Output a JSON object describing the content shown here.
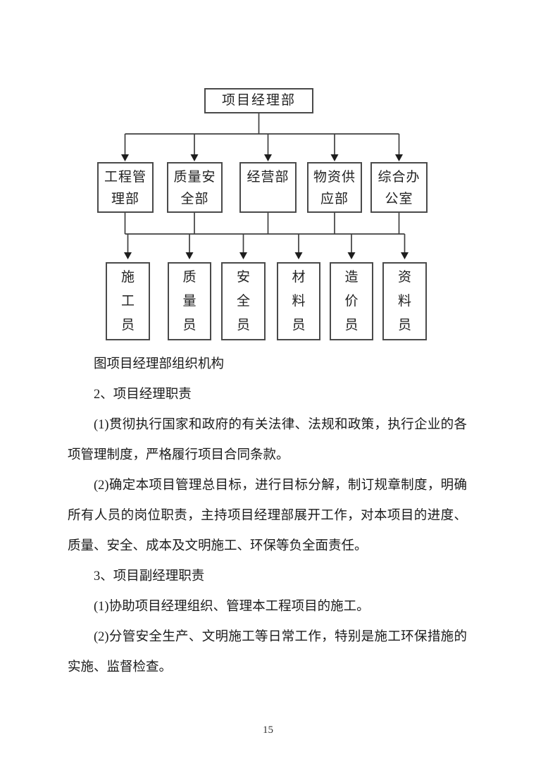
{
  "org_chart": {
    "root": "项目经理部",
    "departments": [
      "工程管理部",
      "质量安全部",
      "经营部",
      "物资供应部",
      "综合办公室"
    ],
    "staff": [
      "施工员",
      "质量员",
      "安全员",
      "材料员",
      "造价员",
      "资料员"
    ]
  },
  "content": {
    "figure_caption": "图项目经理部组织机构",
    "heading_2": "2、项目经理职责",
    "para_2_1": "(1)贯彻执行国家和政府的有关法律、法规和政策，执行企业的各项管理制度，严格履行项目合同条款。",
    "para_2_2": "(2)确定本项目管理总目标，进行目标分解，制订规章制度，明确所有人员的岗位职责，主持项目经理部展开工作，对本项目的进度、质量、安全、成本及文明施工、环保等负全面责任。",
    "heading_3": "3、项目副经理职责",
    "para_3_1": "(1)协助项目经理组织、管理本工程项目的施工。",
    "para_3_2": "(2)分管安全生产、文明施工等日常工作，特别是施工环保措施的实施、监督检查。"
  },
  "footer": {
    "page_number": "15"
  },
  "colors": {
    "box_border": "#4a4a4a",
    "line": "#3f3f3f",
    "text": "#1a1a1a"
  }
}
